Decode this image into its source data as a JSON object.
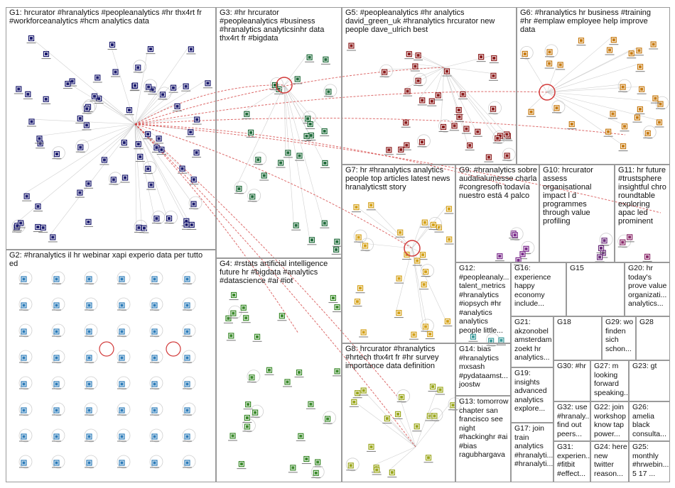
{
  "colors": {
    "edge_gray": "#bdbdbd",
    "edge_red": "#d23a3a",
    "box_border": "#9a9a9a",
    "G1": "#1a1a6e",
    "G2": "#2b7bb9",
    "G3": "#1f6b3a",
    "G4": "#3a8a2a",
    "G5": "#8b1a1a",
    "G6": "#c77a10",
    "G7": "#d4a017",
    "G8": "#9aa61a",
    "G9": "#7a2a8a",
    "G10": "#6a2a7a",
    "G11": "#8a2a6a",
    "G12": "#3a9a9a"
  },
  "groups": [
    {
      "id": "G1",
      "label": "G1: hrcurator #hranalytics #peopleanalytics #hr thx4rt fr\n#workforceanalytics #hcm analytics data"
    },
    {
      "id": "G2",
      "label": "G2: #hranalytics il hr webinar xapi experio data per tutto\ned"
    },
    {
      "id": "G3",
      "label": "G3: #hr hrcurator\n#peopleanalytics #business\n#hranalytics analyticsinhr data\nthx4rt fr #bigdata"
    },
    {
      "id": "G4",
      "label": "G4: #rstats artificial intelligence\nfuture hr #bigdata #analytics\n#datascience #ai #iot"
    },
    {
      "id": "G5",
      "label": "G5: #peopleanalytics #hr analytics\ndavid_green_uk #hranalytics hrcurator new\npeople dave_ulrich best"
    },
    {
      "id": "G6",
      "label": "G6: #hranalytics hr business #training\n#hr #emplaw employee help improve\ndata"
    },
    {
      "id": "G7",
      "label": "G7: hr #hranalytics analytics\npeople top articles latest news\nhranalyticstt story"
    },
    {
      "id": "G8",
      "label": "G8: hrcurator #hranalytics\n#hrtech thx4rt fr #hr survey\nimportance data definition"
    },
    {
      "id": "G9",
      "label": "G9: #hranalytics sobre\naudalialumesse charla\n#congresofh todavía\nnuestro está 4 palco"
    },
    {
      "id": "G10",
      "label": "G10: hrcurator\nassess\norganisational\nimpact l d\nprogrammes\nthrough value\nprofiling"
    },
    {
      "id": "G11",
      "label": "G11: hr future\n#trustsphere\ninsightful chro\nroundtable\nexploring\napac led\nprominent"
    },
    {
      "id": "G12",
      "label": "G12:\n#peopleanaly...\ntalent_metrics\n#hranalytics\n#iopsych #hr\n#analytics\nanalytics\npeople little..."
    },
    {
      "id": "G16",
      "label": "G16:\nexperience\nhappy\neconomy\ninclude..."
    },
    {
      "id": "G15",
      "label": "G15"
    },
    {
      "id": "G20",
      "label": "G20: hr\ntoday's\nprove value\norganizati...\nanalytics..."
    },
    {
      "id": "G21",
      "label": "G21:\nakzonobel\namsterdam\nzoekt hr\nanalytics..."
    },
    {
      "id": "G18",
      "label": "G18"
    },
    {
      "id": "G29",
      "label": "G29: wo\nfinden\nsich\nschon..."
    },
    {
      "id": "G28",
      "label": "G28"
    },
    {
      "id": "G14",
      "label": "G14: bias\n#hranalytics\nmxsash\n#pydataamst...\njoostw"
    },
    {
      "id": "G19",
      "label": "G19:\ninsights\nadvanced\nanalytics\nexplore..."
    },
    {
      "id": "G30",
      "label": "G30: #hr"
    },
    {
      "id": "G27",
      "label": "G27: m\nlooking\nforward\nspeaking..."
    },
    {
      "id": "G23",
      "label": "G23: gt"
    },
    {
      "id": "G13",
      "label": "G13: tomorrow\nchapter san\nfrancisco see\nnight\n#hackinghr #ai\n#bias\nragubhargava"
    },
    {
      "id": "G32",
      "label": "G32: use\n#hranaly...\nfind out\npeers..."
    },
    {
      "id": "G22",
      "label": "G22: join\nworkshop\nknow tap\npower..."
    },
    {
      "id": "G26",
      "label": "G26:\namelia\nblack\nconsulta..."
    },
    {
      "id": "G17",
      "label": "G17: join\ntrain\nanalytics\n#hranalyti...\n#hranalyti..."
    },
    {
      "id": "G31",
      "label": "G31:\nexperien...\n#fitbit\n#effect..."
    },
    {
      "id": "G24",
      "label": "G24: here\nnew\ntwitter\nreason..."
    },
    {
      "id": "G25",
      "label": "G25:\nmonthly\n#hrwebin...\n5 17 ..."
    }
  ]
}
